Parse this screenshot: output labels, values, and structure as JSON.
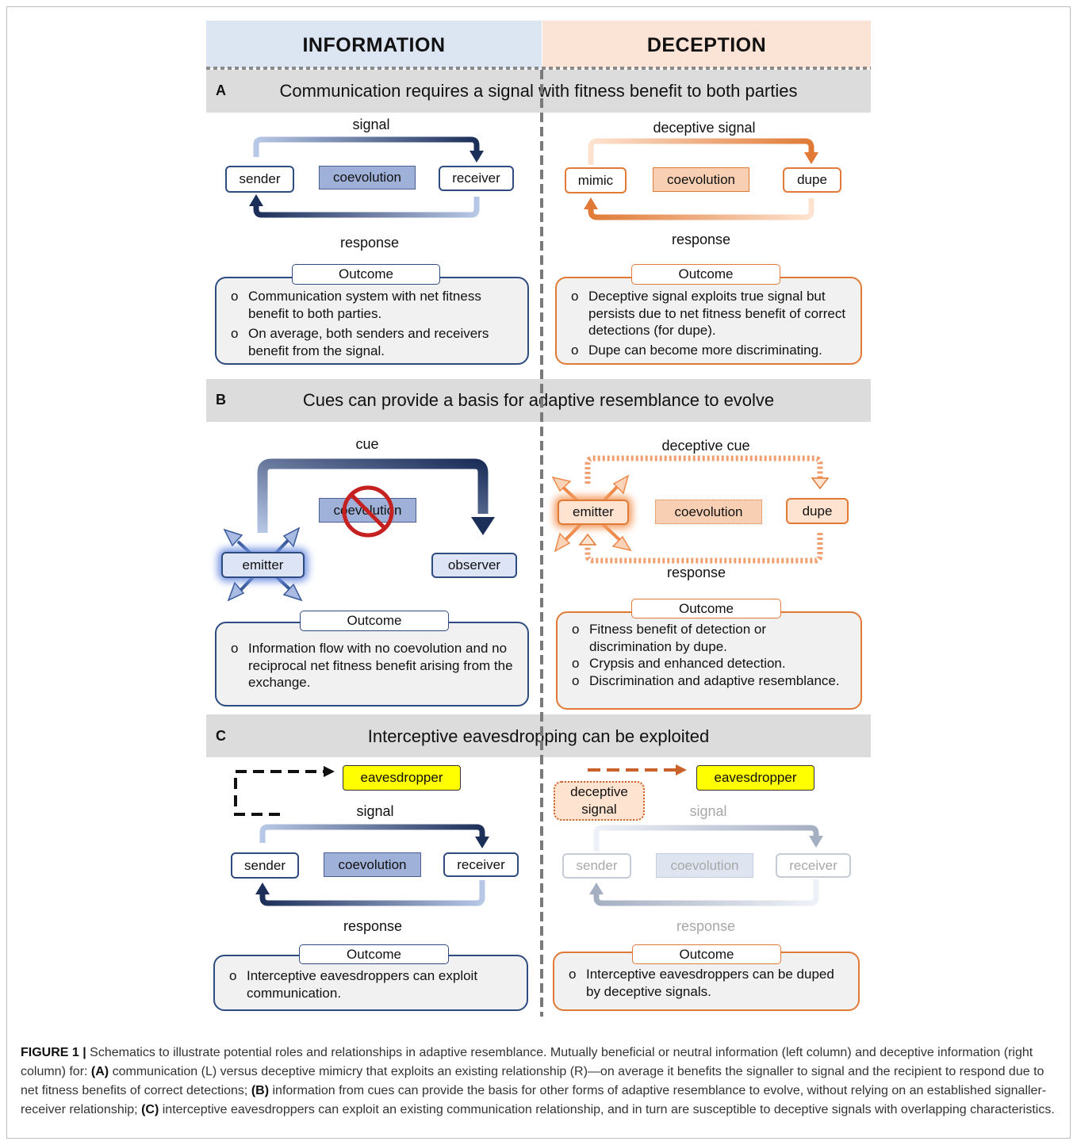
{
  "headers": {
    "information": "INFORMATION",
    "deception": "DECEPTION"
  },
  "colors": {
    "info_header": "#dce5f2",
    "deception_header": "#fbe3d5",
    "blue": "#2f4c80",
    "orange": "#e07a36",
    "eaves_yellow": "#ffff00",
    "band": "#dcdcdc"
  },
  "panelA": {
    "letter": "A",
    "title": "Communication requires a signal with fitness benefit to both parties",
    "left": {
      "top_label": "signal",
      "bottom_label": "response",
      "sender": "sender",
      "coevolution": "coevolution",
      "receiver": "receiver",
      "outcome_title": "Outcome",
      "bullets": [
        "Communication system with net fitness benefit to both parties.",
        "On average, both senders and receivers benefit from the signal."
      ]
    },
    "right": {
      "top_label": "deceptive signal",
      "bottom_label": "response",
      "mimic": "mimic",
      "coevolution": "coevolution",
      "dupe": "dupe",
      "outcome_title": "Outcome",
      "bullets": [
        "Deceptive signal exploits true signal but persists due to net fitness benefit of correct detections (for dupe).",
        "Dupe can become more discriminating."
      ]
    }
  },
  "panelB": {
    "letter": "B",
    "title": "Cues can provide a basis for adaptive resemblance to evolve",
    "left": {
      "top_label": "cue",
      "emitter": "emitter",
      "coevolution": "coevolution",
      "observer": "observer",
      "outcome_title": "Outcome",
      "bullets": [
        "Information flow with no coevolution and no reciprocal net fitness benefit arising from the exchange."
      ]
    },
    "right": {
      "top_label": "deceptive cue",
      "bottom_label": "response",
      "emitter": "emitter",
      "coevolution": "coevolution",
      "dupe": "dupe",
      "outcome_title": "Outcome",
      "bullets": [
        "Fitness benefit of detection or discrimination by dupe.",
        "Crypsis and enhanced detection.",
        "Discrimination and adaptive resemblance."
      ]
    }
  },
  "panelC": {
    "letter": "C",
    "title": "Interceptive eavesdropping can be exploited",
    "left": {
      "eavesdropper": "eavesdropper",
      "top_label": "signal",
      "bottom_label": "response",
      "sender": "sender",
      "coevolution": "coevolution",
      "receiver": "receiver",
      "outcome_title": "Outcome",
      "bullets": [
        "Interceptive eavesdroppers can exploit communication."
      ]
    },
    "right": {
      "deceptive_signal": "deceptive signal",
      "eavesdropper": "eavesdropper",
      "top_label": "signal",
      "bottom_label": "response",
      "sender": "sender",
      "coevolution": "coevolution",
      "receiver": "receiver",
      "outcome_title": "Outcome",
      "bullets": [
        "Interceptive eavesdroppers can be duped by deceptive signals."
      ]
    }
  },
  "caption": {
    "label": "FIGURE 1 |",
    "intro": " Schematics to illustrate potential roles and relationships in adaptive resemblance. Mutually beneficial or neutral information (left column) and deceptive information (right column) for: ",
    "a_label": "(A)",
    "a_text": " communication (L) versus deceptive mimicry that exploits an existing relationship (R)—on average it benefits the signaller to signal and the recipient to respond due to net fitness benefits of correct detections; ",
    "b_label": "(B)",
    "b_text": " information from cues can provide the basis for other forms of adaptive resemblance to evolve, without relying on an established signaller-receiver relationship; ",
    "c_label": "(C)",
    "c_text": " interceptive eavesdroppers can exploit an existing communication relationship, and in turn are susceptible to deceptive signals with overlapping characteristics."
  }
}
